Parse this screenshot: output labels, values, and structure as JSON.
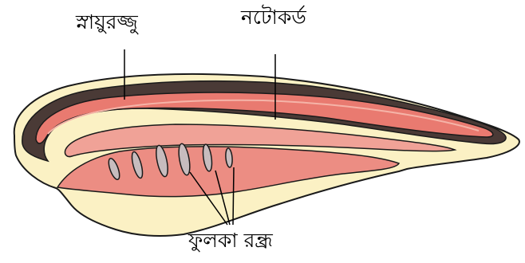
{
  "labels": {
    "nerve_cord": "স্নায়ুরজ্জু",
    "notochord": "নটোকর্ড",
    "gill_slits": "ফুলকা রন্ধ্র"
  },
  "colors": {
    "body_fill": "#fbf1c4",
    "nerve_cord_fill": "#4a3a36",
    "notochord_fill": "#e97a70",
    "pharynx_fill": "#ec8d83",
    "gill_slit_fill": "#c7bcbe",
    "outline": "#1a1a1a"
  }
}
